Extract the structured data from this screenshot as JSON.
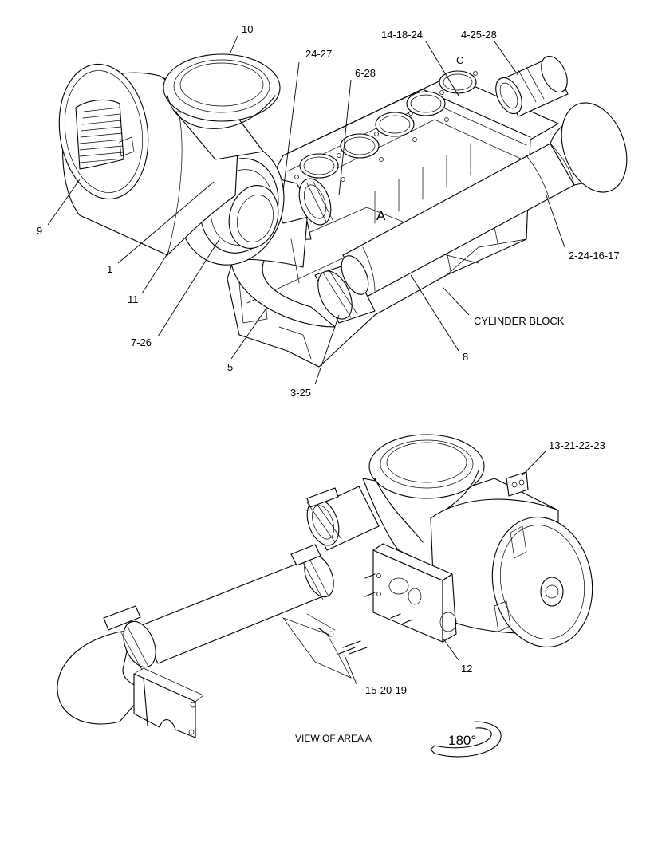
{
  "callouts_top": {
    "c10": "10",
    "c24_27": "24-27",
    "c6_28": "6-28",
    "c14_18_24": "14-18-24",
    "c4_25_28": "4-25-28",
    "c9": "9",
    "c1": "1",
    "c11": "11",
    "c7_26": "7-26",
    "c5": "5",
    "c3_25": "3-25",
    "c8": "8",
    "c2_24_16_17": "2-24-16-17",
    "area_marker": "A",
    "cylinder_block": "CYLINDER BLOCK",
    "block_mark": "C"
  },
  "callouts_bottom": {
    "c13_21_22_23": "13-21-22-23",
    "c12": "12",
    "c15_20_19": "15-20-19",
    "view_caption": "VIEW OF AREA  A",
    "rotation": "180°"
  }
}
